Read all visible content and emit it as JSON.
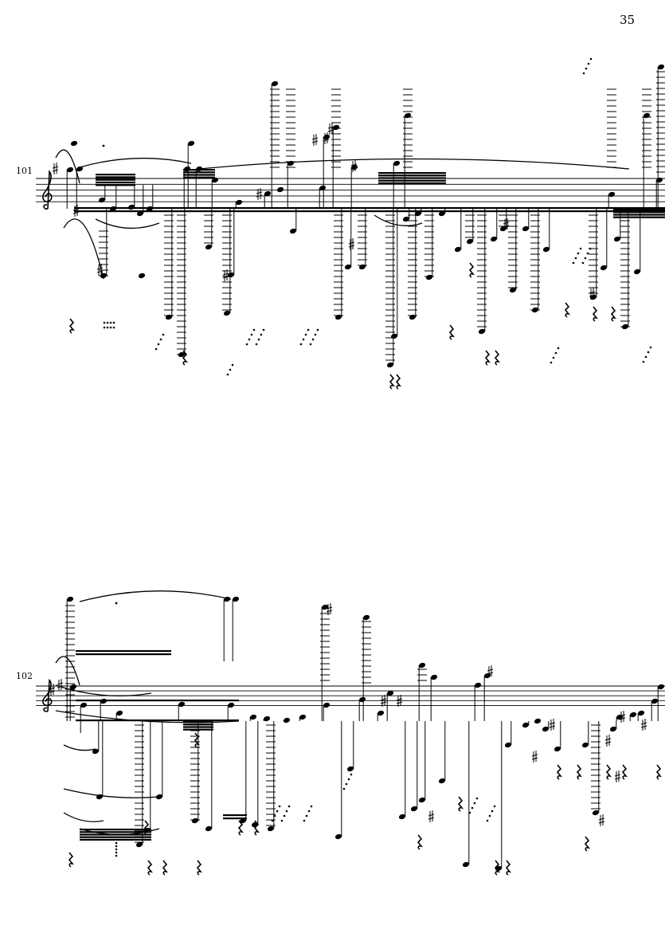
{
  "page": {
    "number": "35"
  },
  "systems": [
    {
      "measure_number": "101"
    },
    {
      "measure_number": "102"
    }
  ],
  "colors": {
    "ink": "#000000",
    "paper": "#ffffff"
  }
}
